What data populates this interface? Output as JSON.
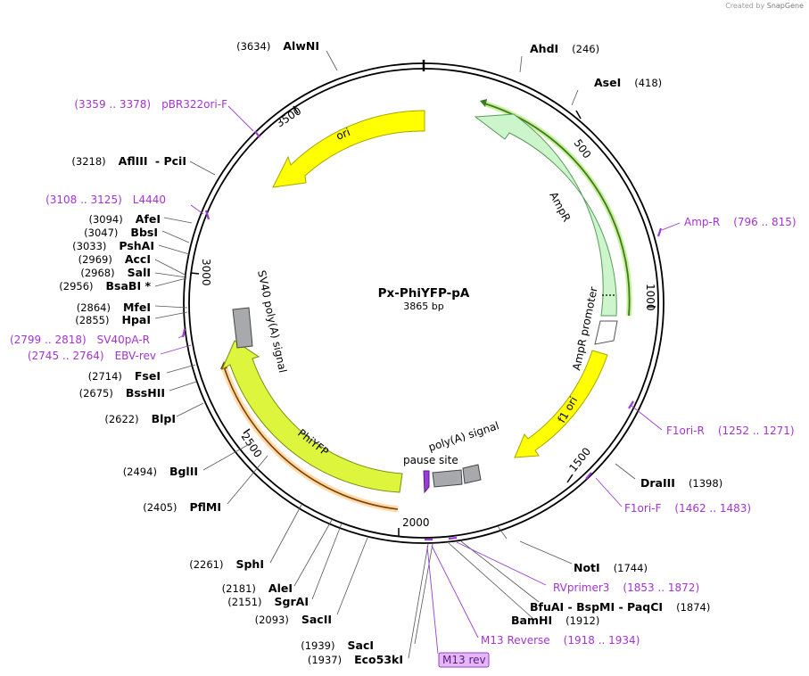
{
  "credit": {
    "prefix": "Created by",
    "brand": "SnapGene"
  },
  "plasmid": {
    "name": "Px-PhiYFP-pA",
    "size_label": "3865 bp",
    "length": 3865
  },
  "ticks": [
    "500",
    "1000",
    "1500",
    "2000",
    "2500",
    "3000",
    "3500"
  ],
  "features": [
    {
      "label": "ori",
      "color": "#ffff00",
      "stroke": "#a6a600"
    },
    {
      "label": "AmpR",
      "color": "#ccf5cc",
      "stroke": "#5a9a5a"
    },
    {
      "label": "AmpR promoter",
      "color": "#ffffff",
      "stroke": "#555555"
    },
    {
      "label": "f1 ori",
      "color": "#ffff00",
      "stroke": "#a6a600"
    },
    {
      "label": "poly(A) signal",
      "color": "#a7a9ac",
      "stroke": "#444444"
    },
    {
      "label": "pause site",
      "color": "#9b3bd6",
      "stroke": "#5a1a8a"
    },
    {
      "label": "PhiYFP",
      "color": "#ddf53d",
      "stroke": "#7a8a10"
    },
    {
      "label": "SV40 poly(A) signal",
      "color": "#a7a9ac",
      "stroke": "#444444"
    }
  ],
  "sites": [
    {
      "name": "AhdI",
      "pos": "(246)"
    },
    {
      "name": "AseI",
      "pos": "(418)"
    },
    {
      "name": "DraIII",
      "pos": "(1398)"
    },
    {
      "name": "NotI",
      "pos": "(1744)"
    },
    {
      "name": "BfuAI",
      "name2": "BspMI",
      "name3": "PaqCI",
      "pos": "(1874)"
    },
    {
      "name": "BamHI",
      "pos": "(1912)"
    },
    {
      "name": "SacI",
      "pos": "(1939)"
    },
    {
      "name": "Eco53kI",
      "pos": "(1937)"
    },
    {
      "name": "SacII",
      "pos": "(2093)"
    },
    {
      "name": "SgrAI",
      "pos": "(2151)"
    },
    {
      "name": "AleI",
      "pos": "(2181)"
    },
    {
      "name": "SphI",
      "pos": "(2261)"
    },
    {
      "name": "PflMI",
      "pos": "(2405)"
    },
    {
      "name": "BglII",
      "pos": "(2494)"
    },
    {
      "name": "BlpI",
      "pos": "(2622)"
    },
    {
      "name": "BssHII",
      "pos": "(2675)"
    },
    {
      "name": "FseI",
      "pos": "(2714)"
    },
    {
      "name": "HpaI",
      "pos": "(2855)"
    },
    {
      "name": "MfeI",
      "pos": "(2864)"
    },
    {
      "name": "BsaBI *",
      "pos": "(2956)"
    },
    {
      "name": "SalI",
      "pos": "(2968)"
    },
    {
      "name": "AccI",
      "pos": "(2969)"
    },
    {
      "name": "PshAI",
      "pos": "(3033)"
    },
    {
      "name": "BbsI",
      "pos": "(3047)"
    },
    {
      "name": "AfeI",
      "pos": "(3094)"
    },
    {
      "name": "AflIII",
      "name2": "PciI",
      "pos": "(3218)"
    },
    {
      "name": "AlwNI",
      "pos": "(3634)"
    }
  ],
  "primers": [
    {
      "name": "Amp-R",
      "range": "(796 .. 815)"
    },
    {
      "name": "F1ori-R",
      "range": "(1252 .. 1271)"
    },
    {
      "name": "F1ori-F",
      "range": "(1462 .. 1483)"
    },
    {
      "name": "RVprimer3",
      "range": "(1853 .. 1872)"
    },
    {
      "name": "M13 Reverse",
      "range": "(1918 .. 1934)"
    },
    {
      "name": "M13 rev",
      "range": ""
    },
    {
      "name": "EBV-rev",
      "range": "(2745 .. 2764)"
    },
    {
      "name": "SV40pA-R",
      "range": "(2799 .. 2818)"
    },
    {
      "name": "L4440",
      "range": "(3108 .. 3125)"
    },
    {
      "name": "pBR322ori-F",
      "range": "(3359 .. 3378)"
    }
  ]
}
